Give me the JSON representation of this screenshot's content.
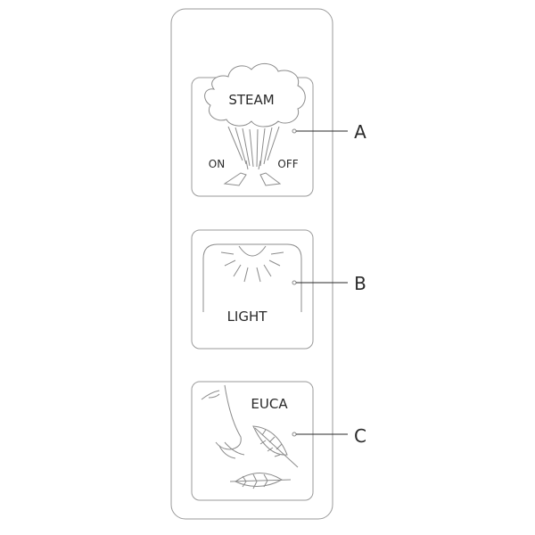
{
  "buttons": {
    "steam": {
      "label": "STEAM",
      "on_label": "ON",
      "off_label": "OFF",
      "callout": "A"
    },
    "light": {
      "label": "LIGHT",
      "callout": "B"
    },
    "euca": {
      "label": "EUCA",
      "callout": "C"
    }
  },
  "icons": [
    "steam-cloud-icon",
    "light-icon",
    "nose-icon",
    "leaf-icon"
  ],
  "colors": {
    "stroke": "#8c8c8c",
    "text": "#2a2a2a",
    "background": "#ffffff"
  }
}
